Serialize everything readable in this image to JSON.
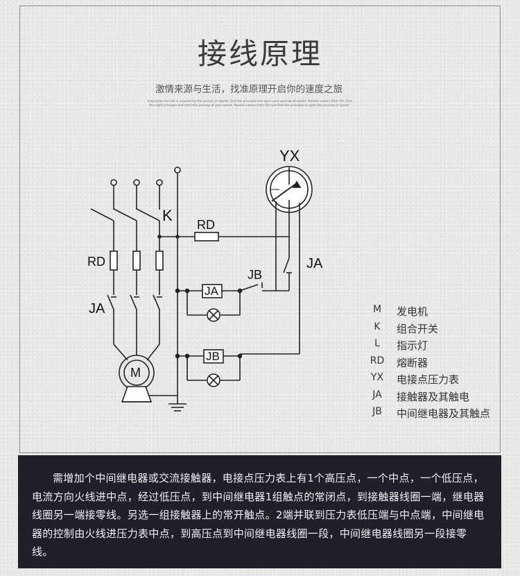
{
  "header": {
    "title": "接线原理",
    "subtitle": "激情来源与生活，找准原理开启你的速度之旅",
    "fine_print": "Inspiration for life is inspired by the pursuit of speed. Find the principle and open your journey of speed. Passion comes from life, find the right principle and start the journey of your speed. Passion comes from life and find the principle to open the journey of speed."
  },
  "diagram": {
    "labels": {
      "yx": "YX",
      "k": "K",
      "rd_top": "RD",
      "rd_left": "RD",
      "ja_left": "JA",
      "ja_right": "JA",
      "jb": "JB",
      "ja_box": "JA",
      "jb_box": "JB",
      "motor": "M"
    }
  },
  "legend": [
    {
      "code": "M",
      "desc": "发电机"
    },
    {
      "code": "K",
      "desc": "组合开关"
    },
    {
      "code": "L",
      "desc": "指示灯"
    },
    {
      "code": "RD",
      "desc": "熔断器"
    },
    {
      "code": "YX",
      "desc": "电接点压力表"
    },
    {
      "code": "JA",
      "desc": "接触器及其触电"
    },
    {
      "code": "JB",
      "desc": "中间继电器及其触点"
    }
  ],
  "description": "需增加个中间继电器或交流接触器，电接点压力表上有1个高压点，一个中点，一个低压点，电流方向火线进中点，经过低压点，到中间继电器1组触点的常闭点，到接触器线圈一端，继电器线圈另一端接零线。另选一组接触器上的常开触点。2端并联到压力表低压端与中点端，中间继电器的控制由火线进压力表中点，到高压点到中间继电器线圈一段，中间继电器线圈另一段接零线。"
}
